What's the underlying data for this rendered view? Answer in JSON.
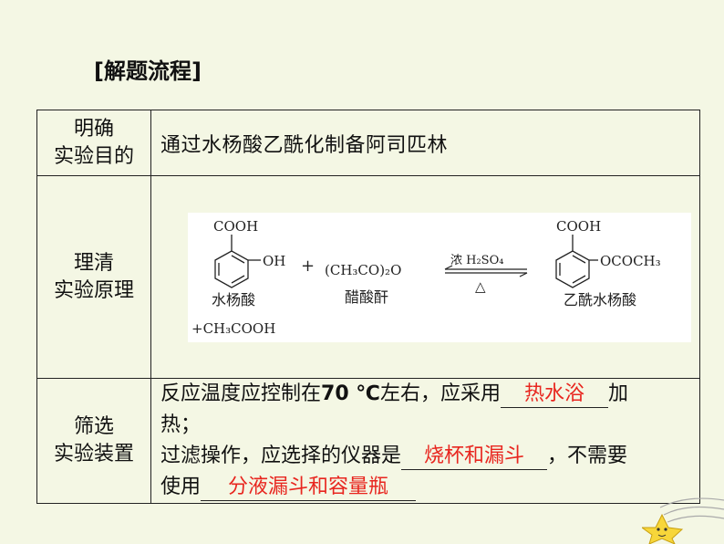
{
  "title": "[解题流程]",
  "rows": [
    {
      "label_line1": "明确",
      "label_line2": "实验目的",
      "content": "通过水杨酸乙酰化制备阿司匹林"
    },
    {
      "label_line1": "理清",
      "label_line2": "实验原理"
    },
    {
      "label_line1": "筛选",
      "label_line2": "实验装置"
    }
  ],
  "reaction": {
    "r1_group1": "COOH",
    "r1_group2": "OH",
    "r1_name": "水杨酸",
    "plus": "+",
    "r2_formula": "(CH₃CO)₂O",
    "r2_name": "醋酸酐",
    "condition_top": "浓 H₂SO₄",
    "condition_bottom": "△",
    "p1_group1": "COOH",
    "p1_group2": "OCOCH₃",
    "p1_name": "乙酰水杨酸",
    "byproduct": "+CH₃COOH"
  },
  "apparatus": {
    "line1_text": "反应温度应控制在",
    "line1_temp": "70 ℃",
    "line1_text2": "左右，应采用",
    "answer1": "热水浴",
    "line1_end": "加",
    "line2": "热；",
    "line3_text": "过滤操作，应选择的仪器是",
    "answer2": "烧杯和漏斗",
    "line3_end": "，不需要",
    "line4_text": "使用",
    "answer3": "分液漏斗和容量瓶"
  }
}
